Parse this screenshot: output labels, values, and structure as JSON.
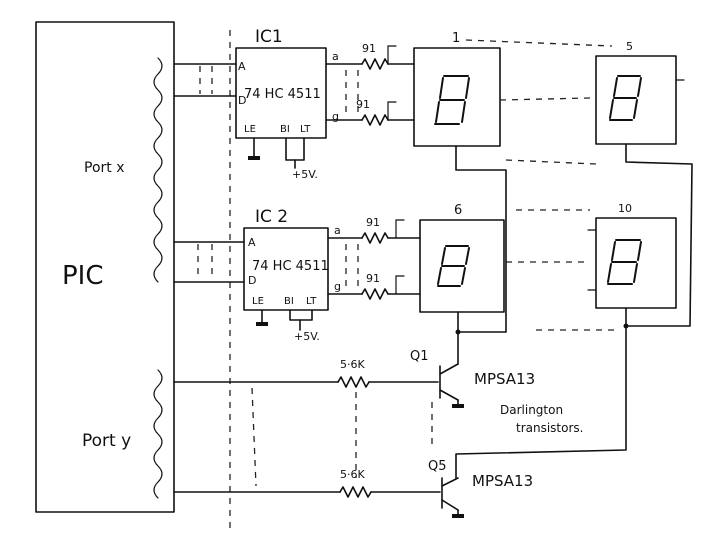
{
  "pic": {
    "label": "PIC",
    "port_x": "Port x",
    "port_y": "Port y"
  },
  "ic1": {
    "name": "IC1",
    "part": "74 HC 4511",
    "pin_a": "A",
    "pin_d": "D",
    "pin_le": "LE",
    "pin_bi": "BI",
    "pin_lt": "LT",
    "supply": "+5V."
  },
  "ic2": {
    "name": "IC 2",
    "part": "74 HC 4511",
    "pin_a": "A",
    "pin_d": "D",
    "pin_le": "LE",
    "pin_bi": "BI",
    "pin_lt": "LT",
    "supply": "+5V."
  },
  "resistors": {
    "r91": "91",
    "out_a": "a",
    "out_g": "g",
    "base": "5·6K"
  },
  "displays": {
    "d1": "1",
    "d5": "5",
    "d6": "6",
    "d10": "10"
  },
  "transistors": {
    "q1": "Q1",
    "q5": "Q5",
    "part_q1": "MPSA13",
    "part_q5": "MPSA13",
    "note_line1": "Darlington",
    "note_line2": "transistors."
  }
}
